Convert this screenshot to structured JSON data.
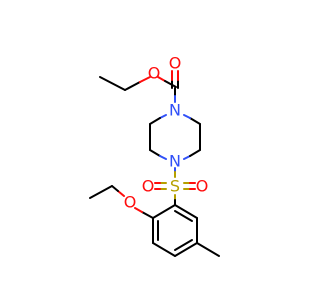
{
  "molecule": {
    "atoms": {
      "o_ester_carbonyl": "O",
      "o_ester_ether": "O",
      "n_top": "N",
      "n_bottom": "N",
      "s_sulfonyl": "S",
      "o_sulfonyl_left": "O",
      "o_sulfonyl_right": "O",
      "o_ethoxy": "O"
    },
    "colors": {
      "bond": "#000000",
      "nitrogen": "#3050F8",
      "oxygen": "#FF0D0D",
      "sulfur": "#B5A000"
    }
  }
}
